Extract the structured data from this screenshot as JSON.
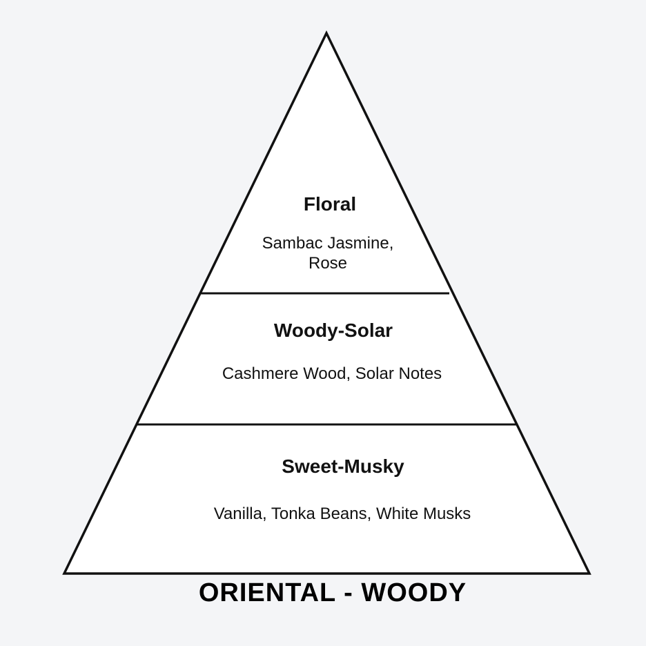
{
  "pyramid": {
    "tiers": [
      {
        "title": "Floral",
        "notes_line1": "Sambac Jasmine,",
        "notes_line2": "Rose"
      },
      {
        "title": "Woody-Solar",
        "notes_line1": "Cashmere Wood, Solar Notes"
      },
      {
        "title": "Sweet-Musky",
        "notes_line1": "Vanilla, Tonka Beans, White Musks"
      }
    ],
    "caption": "ORIENTAL - WOODY"
  },
  "colors": {
    "background": "#f4f5f7",
    "fill": "#ffffff",
    "stroke": "#111111"
  }
}
